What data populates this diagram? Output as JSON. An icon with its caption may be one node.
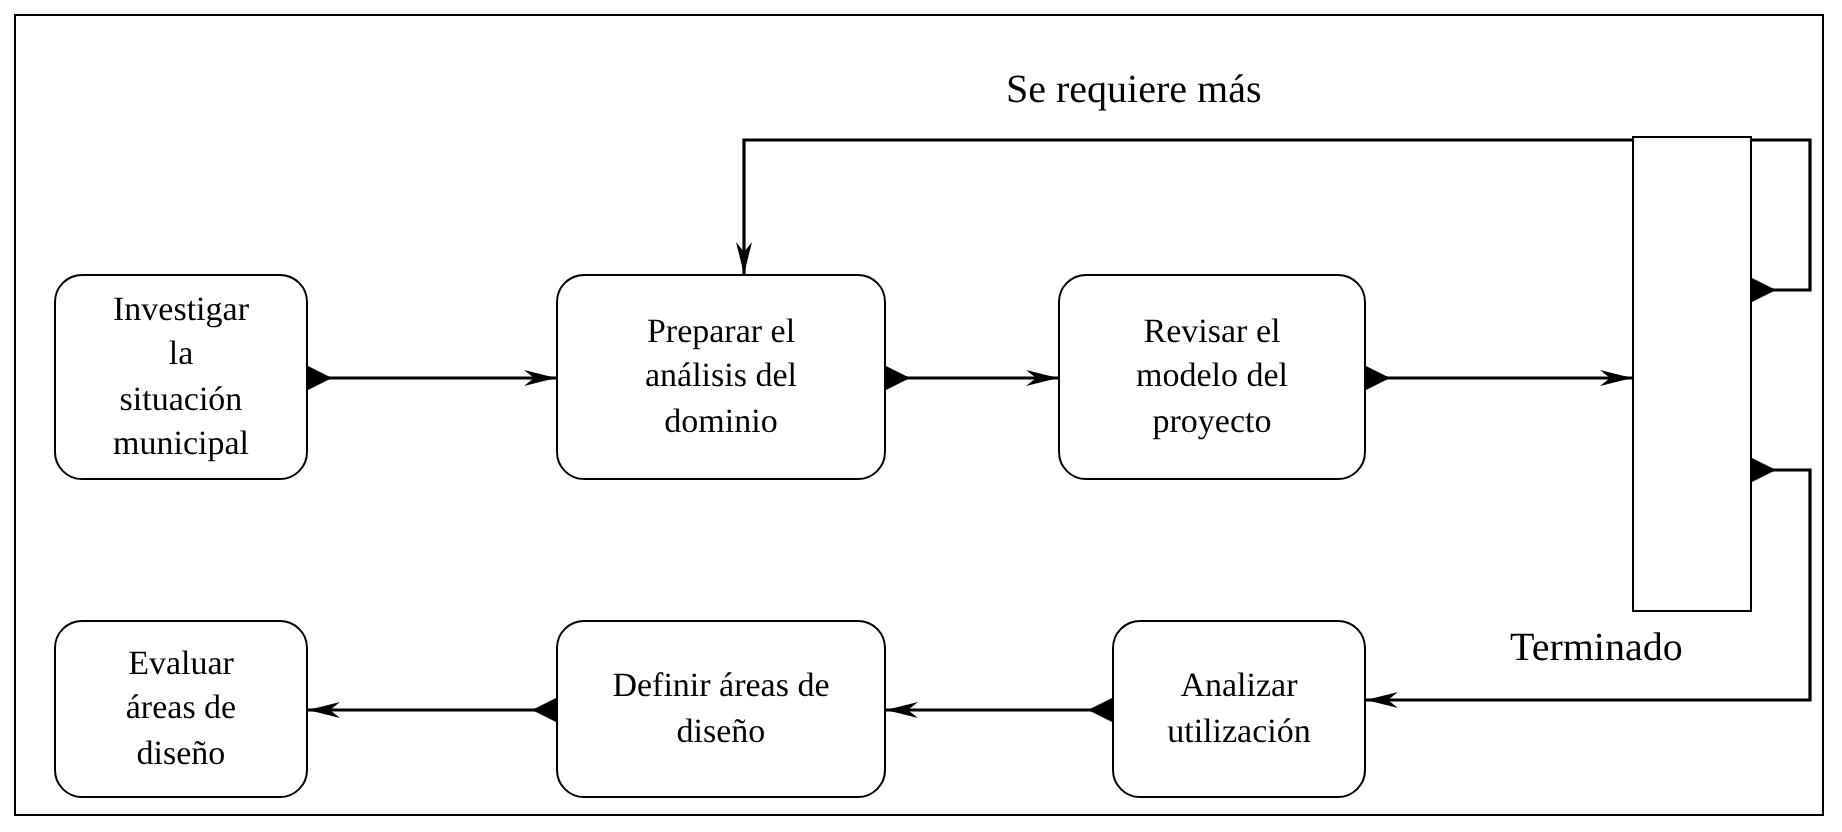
{
  "diagram": {
    "nodes": [
      {
        "text": [
          "Investigar la situación municipal"
        ]
      },
      {
        "text": [
          "Preparar el análisis del dominio"
        ]
      },
      {
        "text": [
          "Revisar el modelo del proyecto"
        ]
      },
      {
        "text": [],
        "shape": "box"
      },
      {
        "text": [
          "Analizar utilización"
        ]
      },
      {
        "text": [
          "Definir áreas de diseño"
        ]
      },
      {
        "text": [
          "Evaluar áreas de diseño"
        ]
      }
    ],
    "edges": [
      {
        "from": 0,
        "to": 1,
        "arrow": "to"
      },
      {
        "from": 1,
        "to": 2,
        "arrow": "to"
      },
      {
        "from": 2,
        "to": 3,
        "arrow": "to"
      },
      {
        "from": 3,
        "to": 1,
        "arrow": "to",
        "label": "Se requiere más"
      },
      {
        "from": 3,
        "to": 4,
        "arrow": "to",
        "label": "Terminado"
      },
      {
        "from": 4,
        "to": 5,
        "arrow": "to"
      },
      {
        "from": 5,
        "to": 6,
        "arrow": "to"
      }
    ]
  }
}
